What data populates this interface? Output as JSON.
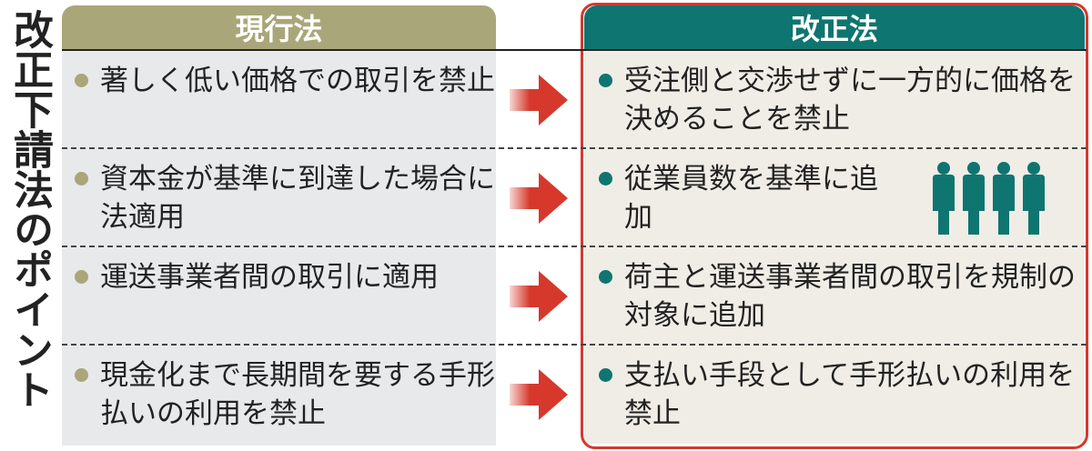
{
  "title": "改正下請法のポイント",
  "left_header": "現行法",
  "right_header": "改正法",
  "rows": [
    {
      "current": "著しく低い価格での取引を禁止",
      "revised": "受注側と交渉せずに一方的に価格を決めることを禁止"
    },
    {
      "current": "資本金が基準に到達した場合に法適用",
      "revised": "従業員数を基準に追加"
    },
    {
      "current": "運送事業者間の取引に適用",
      "revised": "荷主と運送事業者間の取引を規制の対象に追加"
    },
    {
      "current": "現金化まで長期間を要する手形払いの利用を禁止",
      "revised": "支払い手段として手形払いの利用を禁止"
    }
  ],
  "colors": {
    "olive": "#a9a67a",
    "teal": "#0f7570",
    "red": "#d6382c"
  }
}
